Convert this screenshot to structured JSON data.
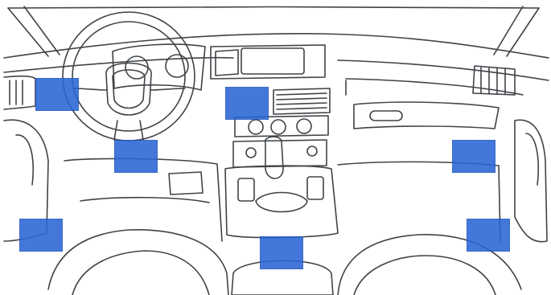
{
  "line_color": "#3f4347",
  "zone_color": "#2a66d6",
  "background_color": "#ffffff",
  "zones": [
    {
      "id": "z1",
      "name": "left-dash-vent-zone"
    },
    {
      "id": "z2",
      "name": "center-console-screen-zone"
    },
    {
      "id": "z3",
      "name": "steering-column-zone"
    },
    {
      "id": "z4",
      "name": "passenger-footwell-zone"
    },
    {
      "id": "z5",
      "name": "driver-door-zone"
    },
    {
      "id": "z6",
      "name": "passenger-door-zone"
    },
    {
      "id": "z7",
      "name": "center-floor-zone"
    }
  ]
}
